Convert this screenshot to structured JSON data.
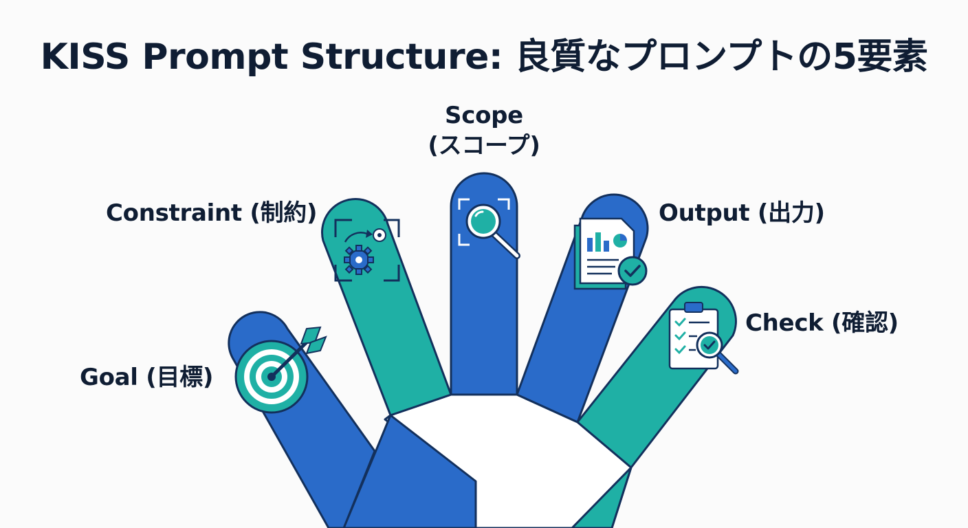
{
  "title": "KISS Prompt Structure: 良質なプロンプトの5要素",
  "colors": {
    "blue": "#2a6bc9",
    "teal": "#1fb0a5",
    "outline": "#13305c",
    "text": "#0f1d33",
    "background": "#fbfbfb"
  },
  "elements": [
    {
      "label": "Goal (目標)",
      "icon": "target-arrow-icon",
      "color": "blue"
    },
    {
      "label": "Constraint (制約)",
      "icon": "gears-cycle-icon",
      "color": "teal"
    },
    {
      "label_line1": "Scope",
      "label_line2": "(スコープ)",
      "icon": "magnifier-focus-icon",
      "color": "blue"
    },
    {
      "label": "Output (出力)",
      "icon": "report-check-icon",
      "color": "blue"
    },
    {
      "label": "Check (確認)",
      "icon": "checklist-search-icon",
      "color": "teal"
    }
  ]
}
